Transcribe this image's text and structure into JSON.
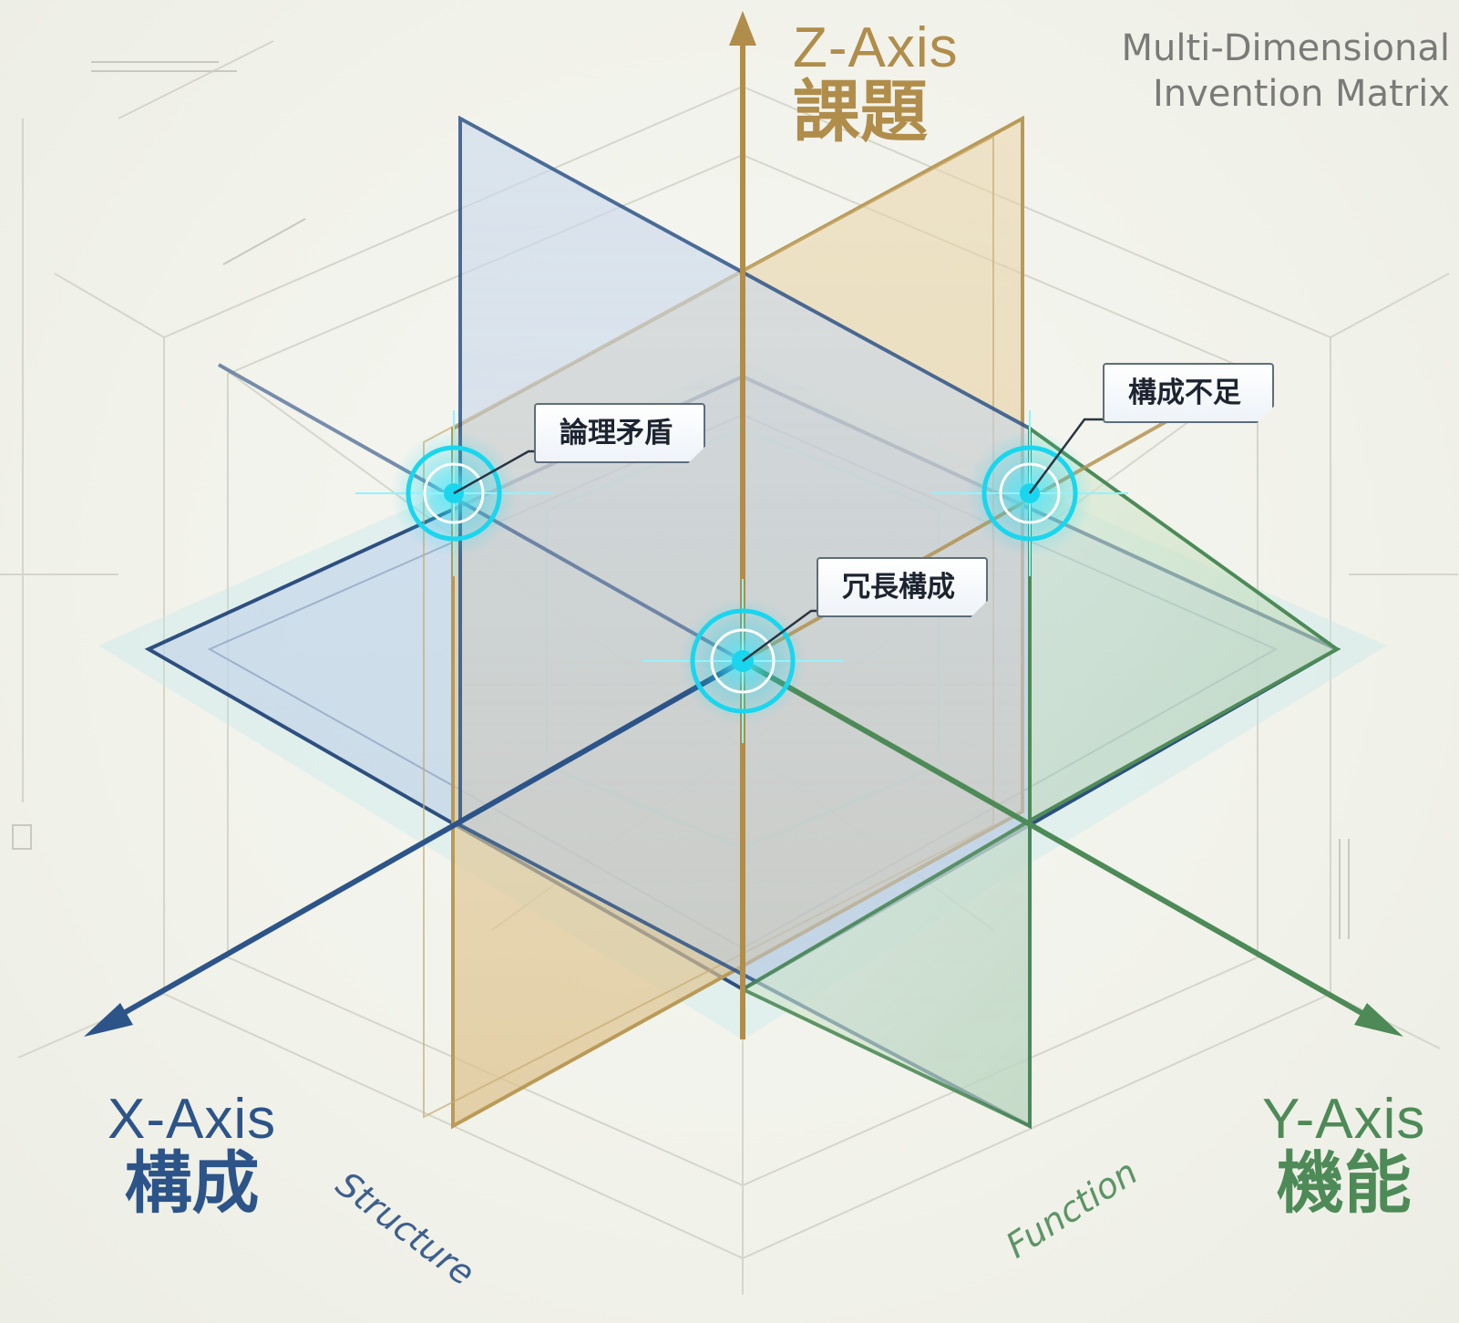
{
  "title": {
    "line1": "Multi-Dimensional",
    "line2": "Invention Matrix"
  },
  "axes": {
    "z": {
      "en": "Z-Axis",
      "jp": "課題",
      "color": "#b08d4a"
    },
    "x": {
      "en": "X-Axis",
      "jp": "構成",
      "word": "Structure",
      "color": "#2d5489"
    },
    "y": {
      "en": "Y-Axis",
      "jp": "機能",
      "word": "Function",
      "color": "#4d8a57"
    }
  },
  "callouts": [
    {
      "label": "論理矛盾"
    },
    {
      "label": "冗長構成"
    },
    {
      "label": "構成不足"
    }
  ],
  "colors": {
    "glow": "#19d6ee",
    "blue_plane": "#c9d8eb",
    "gold_plane": "#e6cfa0",
    "green_plane": "#cfe3c8"
  }
}
